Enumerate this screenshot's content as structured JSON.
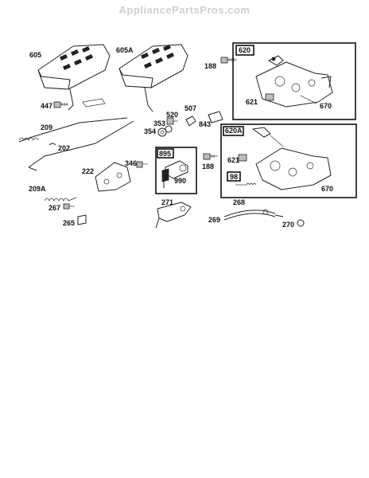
{
  "watermark": "AppliancePartsPros.com",
  "labels": {
    "p605": "605",
    "p605a": "605A",
    "p188a": "188",
    "p620": "620",
    "p621a": "621",
    "p670a": "670",
    "p447": "447",
    "p520": "520",
    "p507": "507",
    "p353": "353",
    "p354": "354",
    "p843": "843",
    "p209": "209",
    "p202": "202",
    "p895": "895",
    "p346": "346",
    "p990": "990",
    "p188b": "188",
    "p620a": "620A",
    "p621b": "621",
    "p98": "98",
    "p670b": "670",
    "p222": "222",
    "p209a": "209A",
    "p271": "271",
    "p268": "268",
    "p267": "267",
    "p269": "269",
    "p270": "270",
    "p265": "265"
  }
}
